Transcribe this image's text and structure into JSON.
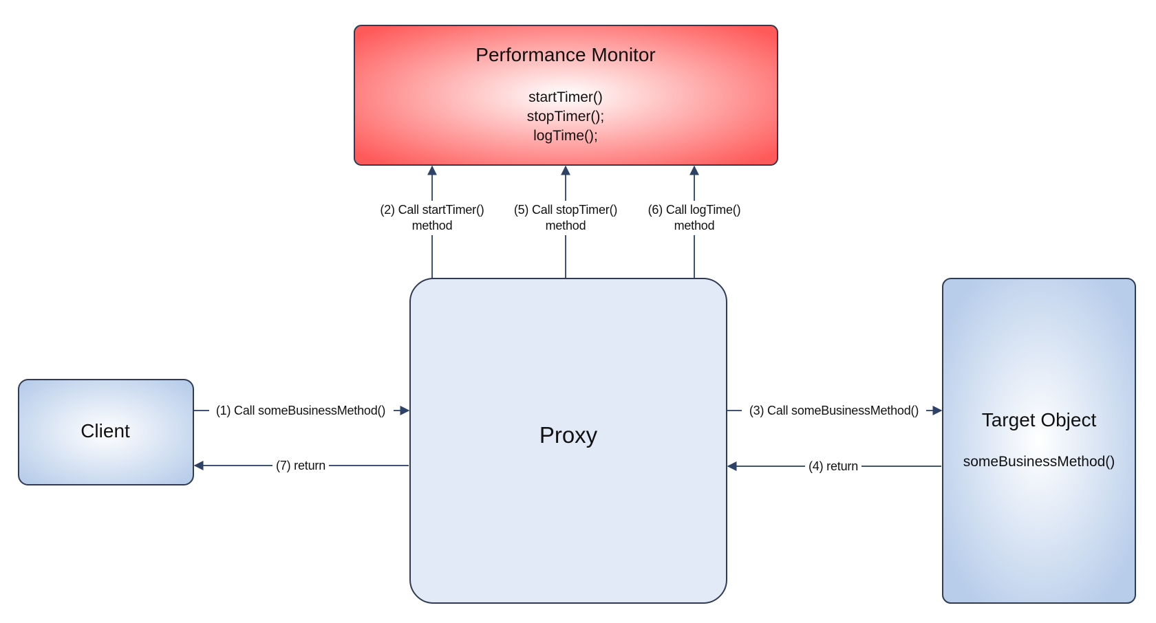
{
  "nodes": {
    "monitor": {
      "title": "Performance Monitor",
      "methods": [
        "startTimer()",
        "stopTimer();",
        "logTime();"
      ]
    },
    "proxy": {
      "title": "Proxy"
    },
    "client": {
      "title": "Client"
    },
    "target": {
      "title": "Target Object",
      "method": "someBusinessMethod()"
    }
  },
  "edges": {
    "e1": {
      "label": "(1) Call someBusinessMethod()"
    },
    "e2": {
      "label_line1": "(2) Call startTimer()",
      "label_line2": "method"
    },
    "e3": {
      "label": "(3) Call someBusinessMethod()"
    },
    "e4": {
      "label": "(4) return"
    },
    "e5": {
      "label_line1": "(5) Call stopTimer()",
      "label_line2": "method"
    },
    "e6": {
      "label_line1": "(6) Call logTime()",
      "label_line2": "method"
    },
    "e7": {
      "label": "(7) return"
    }
  },
  "colors": {
    "monitor_fill_center": "#ffffff",
    "monitor_fill_edge": "#ff5a5a",
    "proxy_fill": "#e3eaf7",
    "blue_fill_center": "#ffffff",
    "blue_fill_edge": "#b8cdea",
    "border": "#2f3b52",
    "arrow": "#2d4266"
  }
}
